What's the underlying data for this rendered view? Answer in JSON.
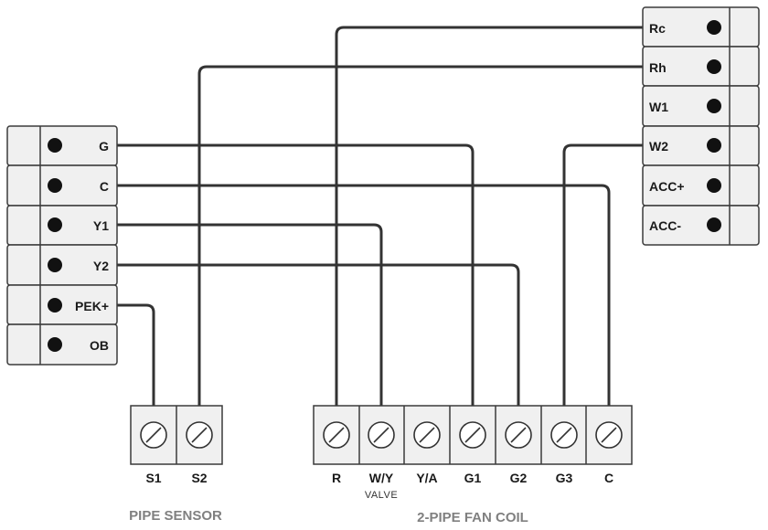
{
  "right_block": {
    "terminals": [
      "Rc",
      "Rh",
      "W1",
      "W2",
      "ACC+",
      "ACC-"
    ]
  },
  "left_block": {
    "terminals": [
      "G",
      "C",
      "Y1",
      "Y2",
      "PEK+",
      "OB"
    ]
  },
  "pipe_sensor": {
    "title": "PIPE SENSOR",
    "terminals": [
      "S1",
      "S2"
    ]
  },
  "fan_coil": {
    "title": "2-PIPE FAN COIL",
    "terminals": [
      "R",
      "W/Y",
      "Y/A",
      "G1",
      "G2",
      "G3",
      "C"
    ],
    "valve_label": "VALVE"
  },
  "connections": [
    {
      "from": "Rc",
      "to": "R"
    },
    {
      "from": "Rh",
      "to": "S2"
    },
    {
      "from": "W2",
      "to": "G3"
    },
    {
      "from": "G",
      "to": "G1"
    },
    {
      "from": "C",
      "to": "C"
    },
    {
      "from": "Y1",
      "to": "W/Y"
    },
    {
      "from": "Y2",
      "to": "G2"
    },
    {
      "from": "PEK+",
      "to": "S1"
    }
  ]
}
